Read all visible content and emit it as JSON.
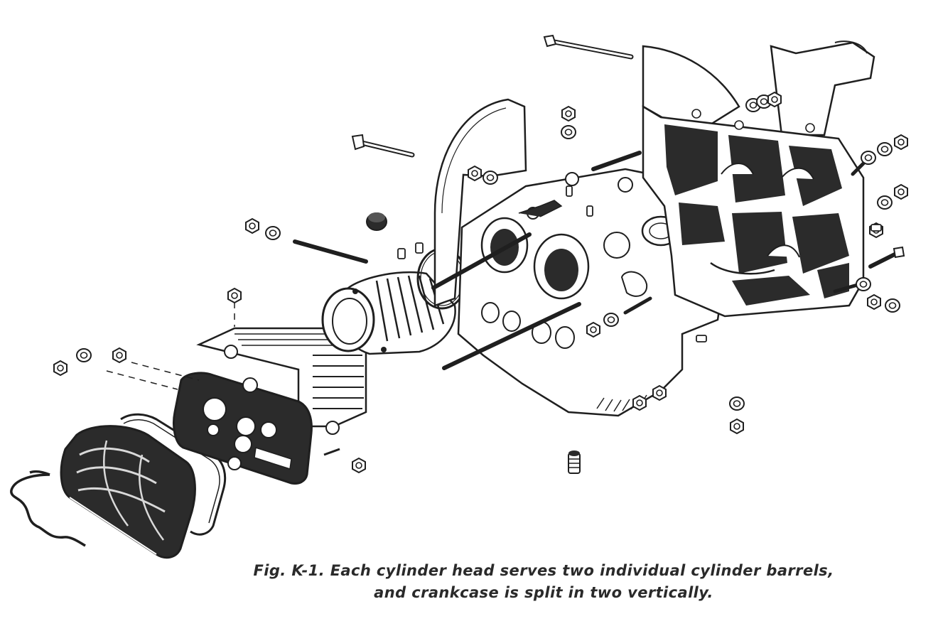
{
  "figure": {
    "caption": {
      "line1": "Fig. K-1. Each cylinder head serves two individual cylinder barrels,",
      "line2": "and crankcase is split in two vertically."
    },
    "colors": {
      "ink": "#1f1f1f",
      "dark_fill": "#2b2b2b",
      "paper": "#ffffff"
    },
    "parts": [
      "valve-cover-gasket-clip",
      "valve-cover",
      "valve-cover-gasket",
      "cylinder-head",
      "cylinder-barrel",
      "cylinder-seal-ring",
      "crankcase-left-half",
      "crankcase-right-half",
      "through-bolts",
      "studs",
      "nuts-and-washers",
      "oil-strainer-plug"
    ]
  }
}
